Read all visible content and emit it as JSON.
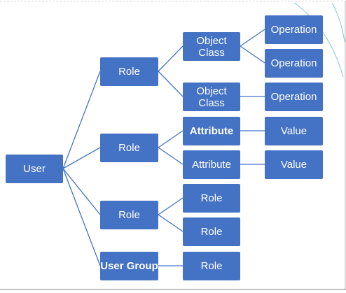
{
  "diagram": {
    "root": {
      "label": "User"
    },
    "level1": [
      {
        "label": "Role"
      },
      {
        "label": "Role"
      },
      {
        "label": "Role"
      },
      {
        "label": "User Group"
      }
    ],
    "level2": [
      {
        "label": "Object\nClass"
      },
      {
        "label": "Object\nClass"
      },
      {
        "label": "Attribute"
      },
      {
        "label": "Attribute"
      },
      {
        "label": "Role"
      },
      {
        "label": "Role"
      },
      {
        "label": "Role"
      }
    ],
    "level3": [
      {
        "label": "Operation"
      },
      {
        "label": "Operation"
      },
      {
        "label": "Operation"
      },
      {
        "label": "Value"
      },
      {
        "label": "Value"
      }
    ]
  },
  "colors": {
    "node_fill": "#4472c4",
    "node_text": "#ffffff",
    "connector": "#4472c4",
    "decor_arc": "#7fc8d8"
  }
}
